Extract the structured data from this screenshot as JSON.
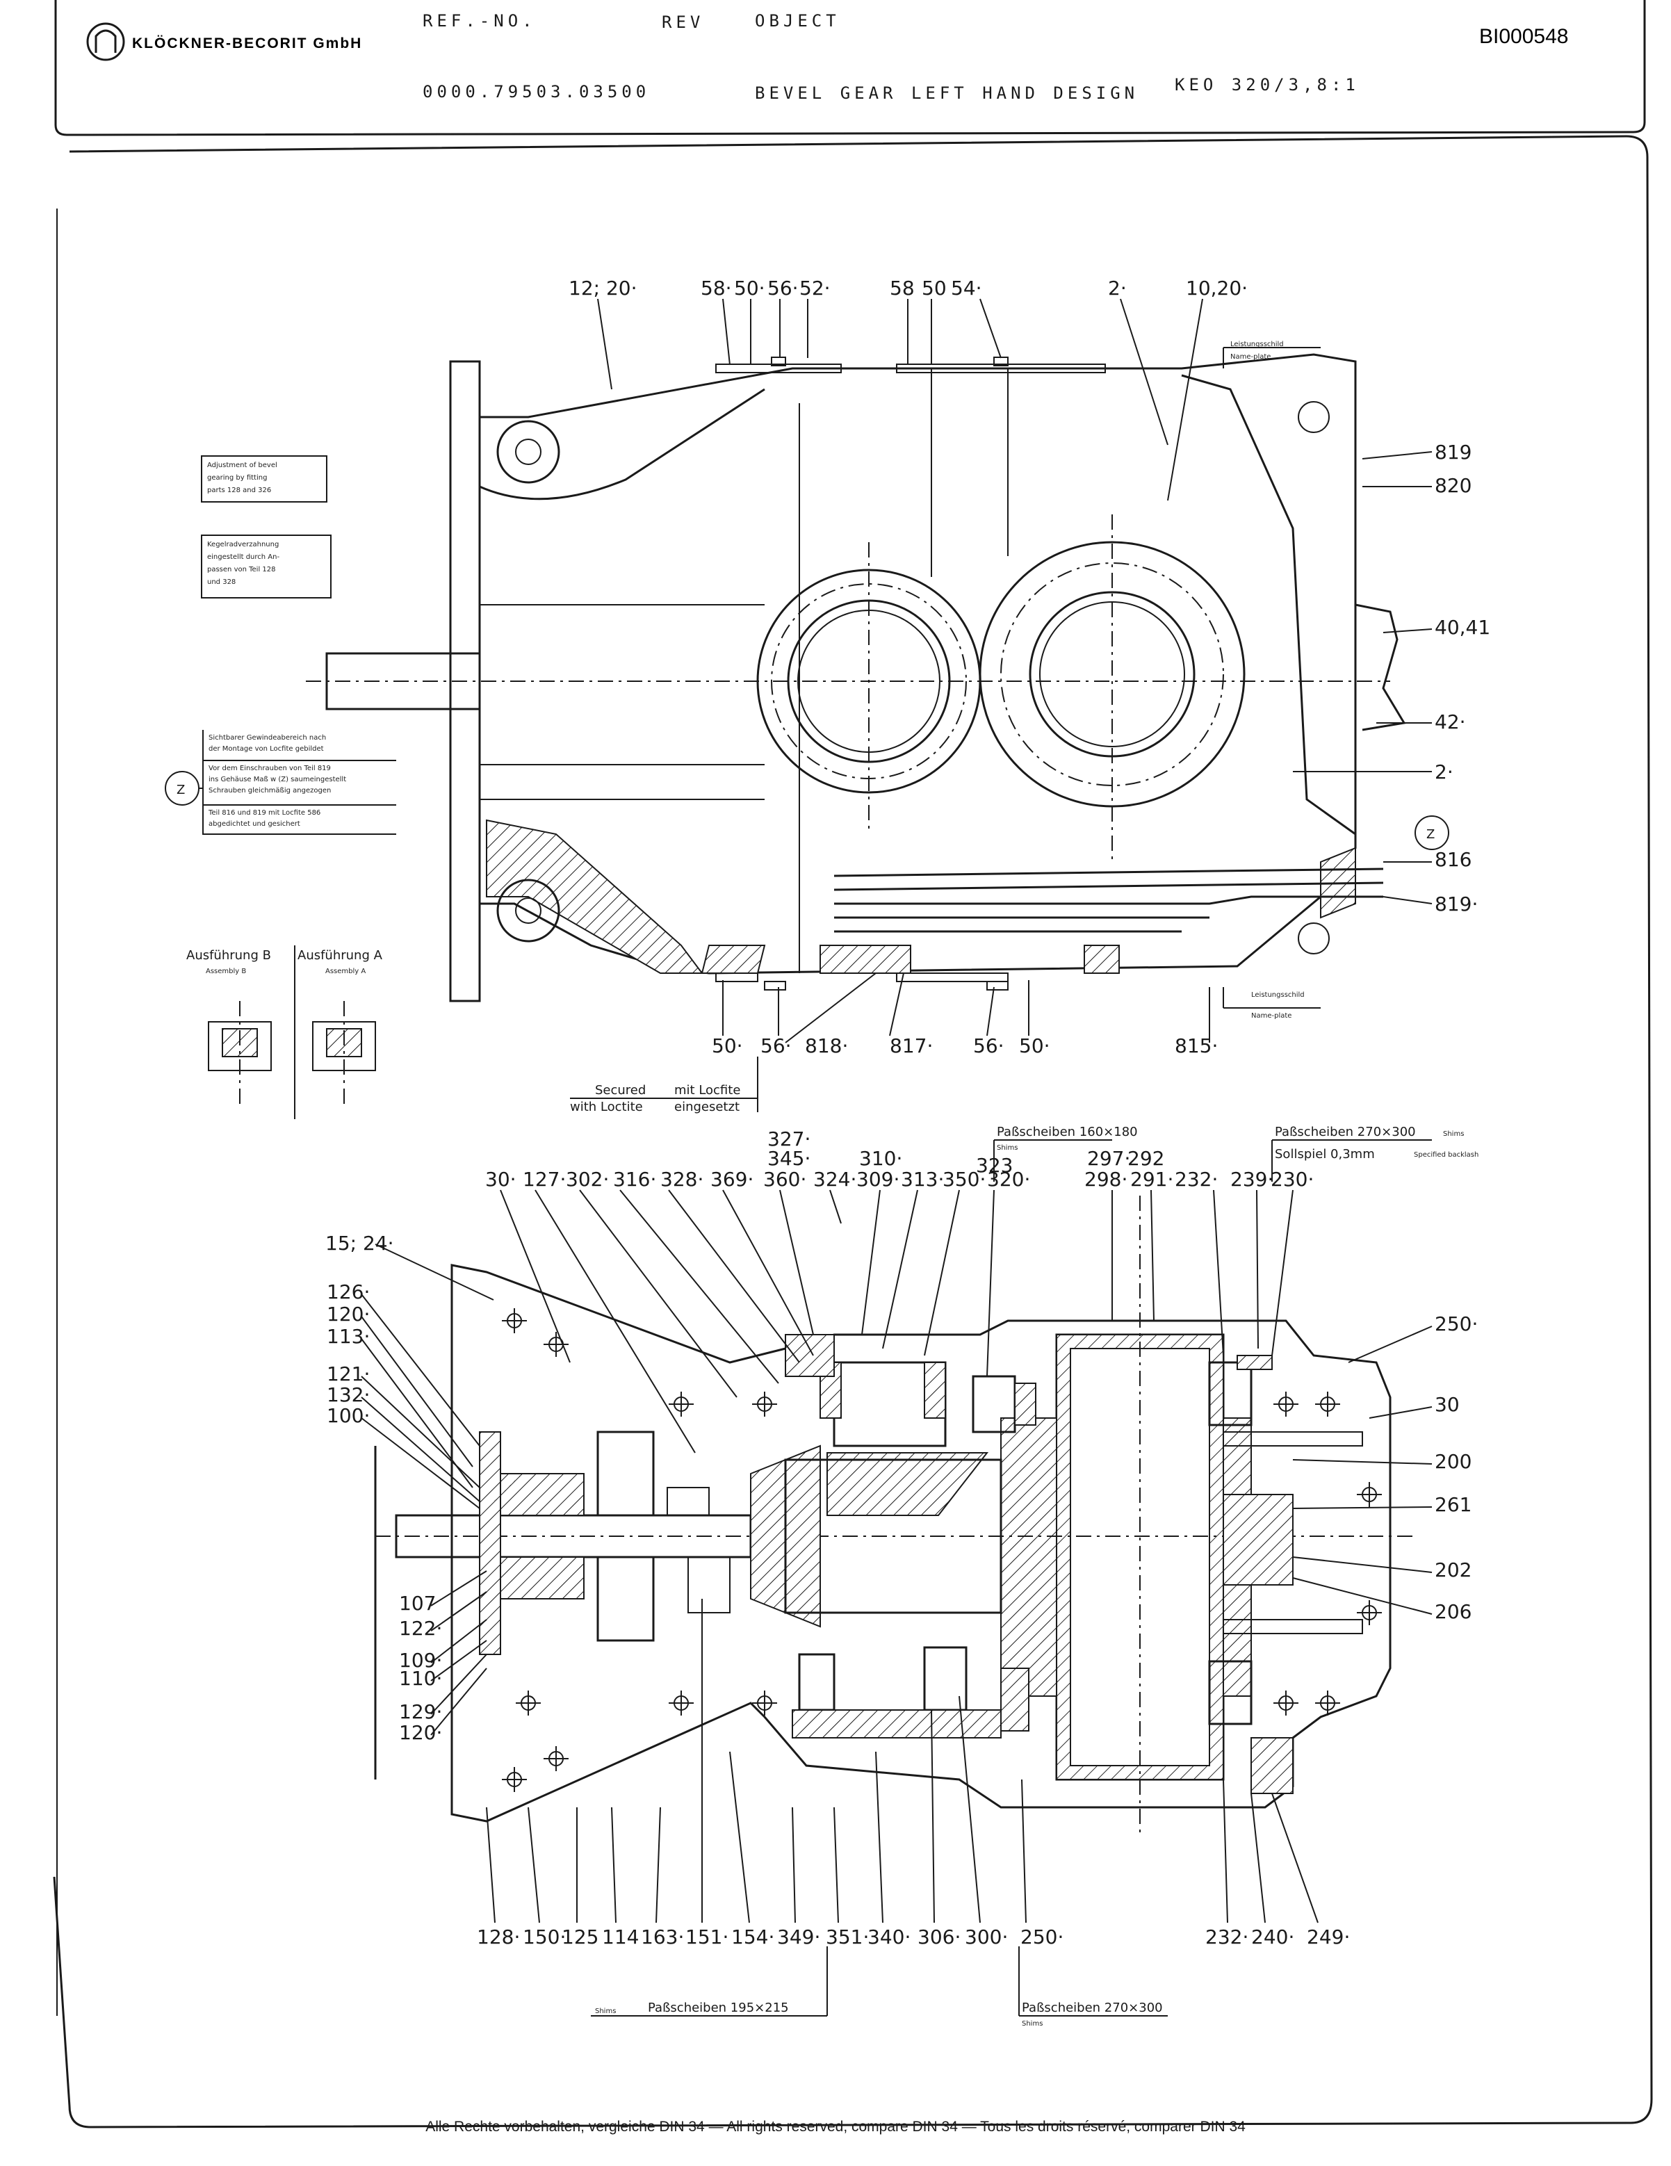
{
  "header": {
    "company": "KLÖCKNER-BECORIT GmbH",
    "ref_label": "REF.-NO.",
    "rev_label": "REV",
    "object_label": "OBJECT",
    "ref_value": "0000.79503.03500",
    "object_value": "BEVEL GEAR LEFT HAND DESIGN",
    "model": "KEO 320/3,8:1",
    "doc_id": "BI000548"
  },
  "notes": {
    "adjust_en_1": "Adjustment of bevel",
    "adjust_en_2": "gearing by fitting",
    "adjust_en_3": "parts 128 and 326",
    "adjust_de_1": "Kegelradverzahnung",
    "adjust_de_2": "eingestellt durch An-",
    "adjust_de_3": "passen von Teil 128",
    "adjust_de_4": "und 328",
    "locfite_1": "Sichtbarer Gewindeabereich nach",
    "locfite_2": "der Montage von Locfite gebildet",
    "locfite_3": "Vor dem Einschrauben von Teil 819",
    "locfite_4": "ins Gehäuse Maß w (Z) saumeingestellt",
    "locfite_5": "Schrauben gleichmäßig angezogen",
    "locfite_6": "Teil 816 und 819 mit Locfite 586",
    "locfite_7": "abgedichtet und gesichert",
    "secured_en": "Secured",
    "secured_de": "mit Locfite",
    "with_locfite_en": "with Loctite",
    "with_locfite_de": "eingesetzt",
    "nameplate_top_de": "Leistungsschild",
    "nameplate_top_en": "Name-plate",
    "nameplate_bot_de": "Leistungsschild",
    "nameplate_bot_en": "Name-plate",
    "shims_1": "Paßscheiben 160×180",
    "shims_1_sub": "Shims",
    "shims_2": "Paßscheiben 270×300",
    "shims_2_sub": "Shims",
    "backlash_de": "Sollspiel 0,3mm",
    "backlash_en": "Specified backlash",
    "shims_bottom_1": "Paßscheiben 195×215",
    "shims_bottom_1_sub": "Shims",
    "shims_bottom_2": "Paßscheiben 270×300",
    "shims_bottom_2_sub": "Shims",
    "variant_b_de": "Ausführung B",
    "variant_b_en": "Assembly B",
    "variant_a_de": "Ausführung A",
    "variant_a_en": "Assembly A",
    "marker_z": "Z"
  },
  "top_view_labels": {
    "t1": "12; 20·",
    "t2": "58·",
    "t3": "50·",
    "t4": "56·",
    "t5": "52·",
    "t6": "58",
    "t7": "50",
    "t8": "54·",
    "t9": "2·",
    "t10": "10,20·",
    "r1": "819",
    "r2": "820",
    "r3": "40,41",
    "r4": "42·",
    "r5": "2·",
    "r6": "816",
    "r7": "819·",
    "b1": "50·",
    "b2": "56·",
    "b3": "818·",
    "b4": "817·",
    "b5": "56·",
    "b6": "50·",
    "b7": "815·"
  },
  "section_labels": {
    "top_row": [
      "30·",
      "127·",
      "302·",
      "316·",
      "328·",
      "369·",
      "360·",
      "324·",
      "309·",
      "313·",
      "350·",
      "320·",
      "298·",
      "291·",
      "232·",
      "239·",
      "230·"
    ],
    "top_row2": [
      "327·",
      "345·",
      "310·",
      "323",
      "297·",
      "292"
    ],
    "left": [
      "15; 24·",
      "126·",
      "120·",
      "113·",
      "121·",
      "132·",
      "100·",
      "107",
      "122·",
      "109·",
      "110·",
      "129·",
      "120·"
    ],
    "right": [
      "250·",
      "30",
      "200",
      "261",
      "202",
      "206"
    ],
    "bottom": [
      "128·",
      "150·",
      "125",
      "114",
      "163·",
      "151·",
      "154·",
      "349·",
      "351·",
      "340·",
      "306·",
      "300·",
      "250·",
      "232·",
      "240·",
      "249·"
    ]
  },
  "footer": "Alle Rechte vorbehalten, vergleiche DIN 34 — All rights reserved, compare DIN 34 — Tous les droits réservé, comparer DIN 34"
}
